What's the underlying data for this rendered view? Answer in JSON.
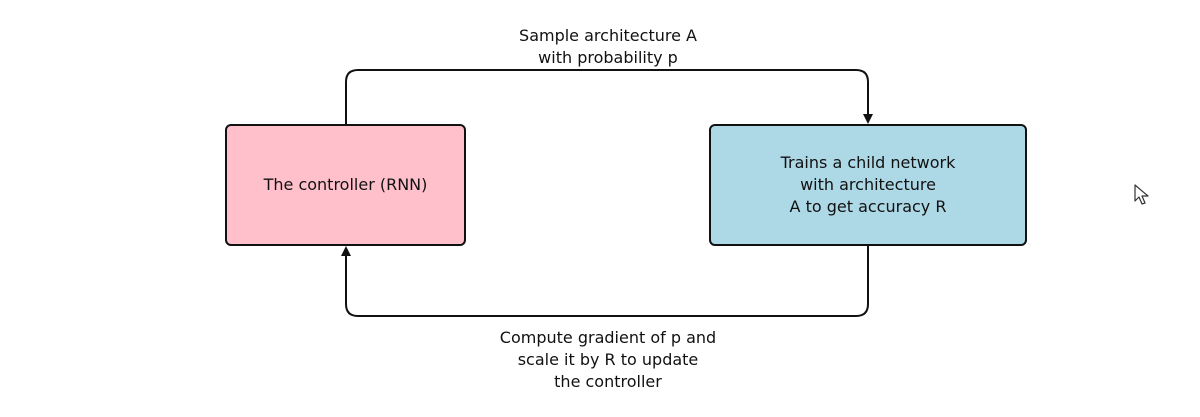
{
  "diagram": {
    "nodes": [
      {
        "id": "controller",
        "label": "The controller (RNN)",
        "fill": "#ffc0cb"
      },
      {
        "id": "child",
        "label": "Trains a child network\nwith architecture\nA to get accuracy R",
        "fill": "#add8e6"
      }
    ],
    "edges": [
      {
        "from": "controller",
        "to": "child",
        "label": "Sample architecture A\nwith probability p"
      },
      {
        "from": "child",
        "to": "controller",
        "label": "Compute gradient of p and\nscale it by R to update\nthe controller"
      }
    ],
    "colors": {
      "stroke": "#111111",
      "background": "#ffffff"
    }
  },
  "cursor": {
    "icon": "mouse-pointer-icon"
  }
}
